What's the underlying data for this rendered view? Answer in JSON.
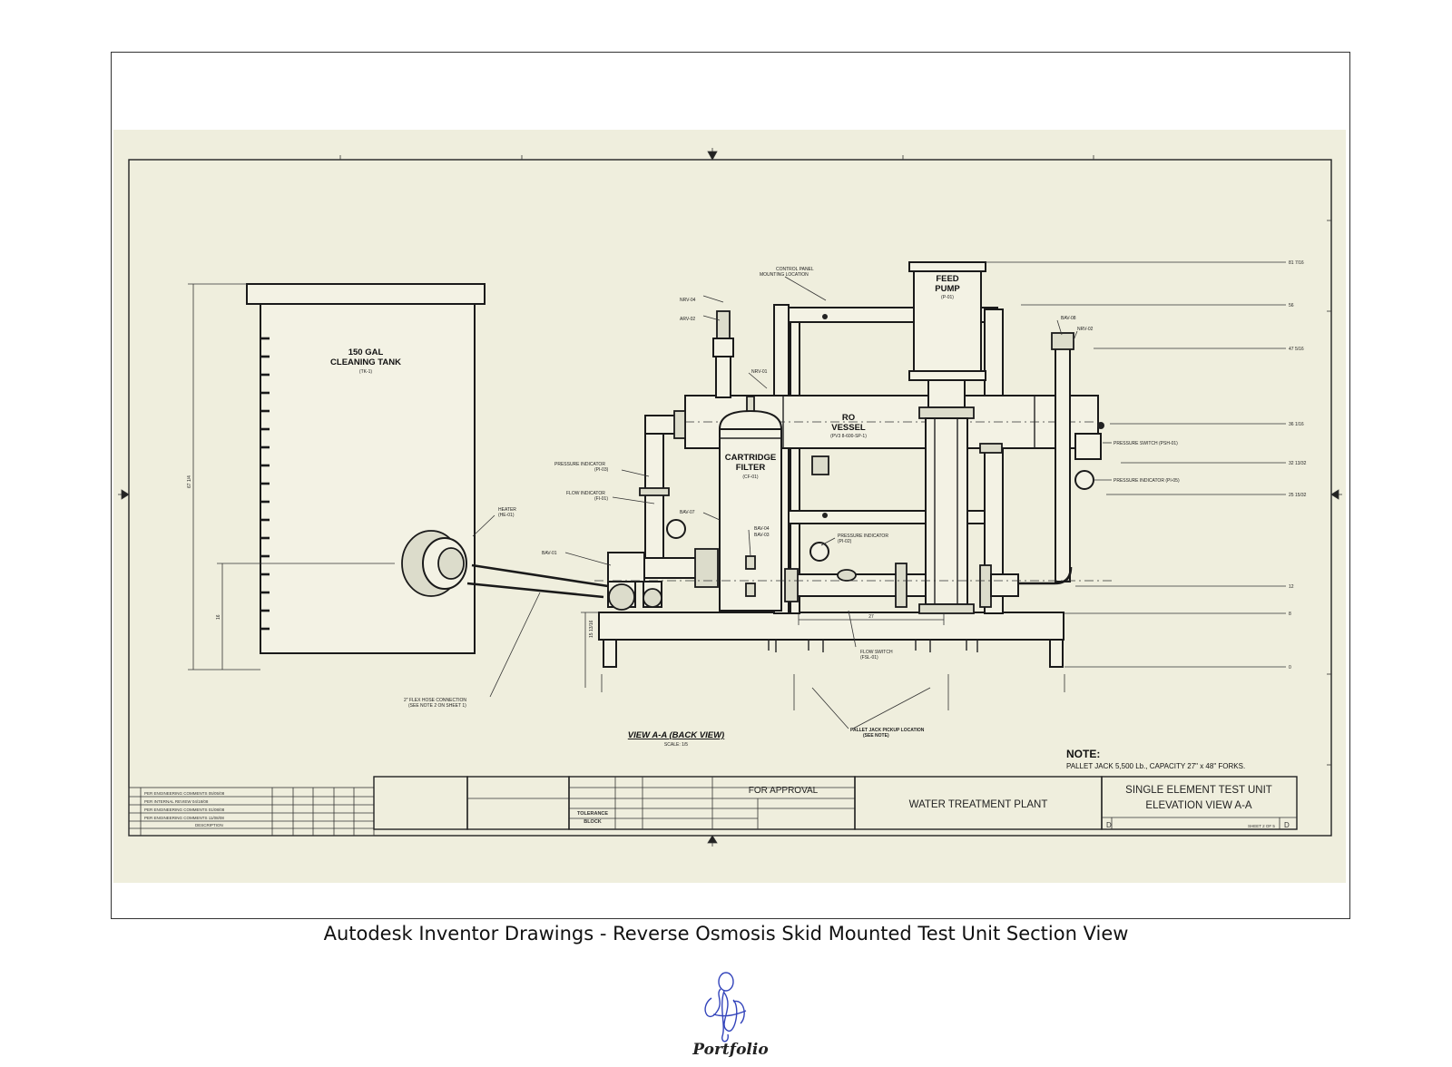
{
  "caption": "Autodesk Inventor Drawings  - Reverse Osmosis Skid Mounted Test Unit Section View",
  "logo": {
    "text": "Portfolio"
  },
  "components": {
    "tank": [
      "150 GAL",
      "CLEANING TANK",
      "(TK-1)"
    ],
    "feed_pump": [
      "FEED",
      "PUMP",
      "(P-01)"
    ],
    "ro_vessel": [
      "RO",
      "VESSEL",
      "(PV3 8-600-SP-1)"
    ],
    "cartridge_filter": [
      "CARTRIDGE",
      "FILTER",
      "(CF-01)"
    ]
  },
  "callouts": {
    "control_panel": [
      "CONTROL PANEL",
      "MOUNTING LOCATION"
    ],
    "nrv": "NRV-04",
    "arv": "ARV-02",
    "nrv01": "NRV-01",
    "bav08": "BAV-08",
    "nrv02": "NRV-02",
    "pressure_switch": "PRESSURE SWITCH (PSH-01)",
    "pressure_indicator_right": "PRESSURE INDICATOR (PI-05)",
    "pressure_indicator_left": [
      "PRESSURE INDICATOR",
      "(PI-03)"
    ],
    "flow_indicator": [
      "FLOW INDICATOR",
      "(FI-01)"
    ],
    "bav07": "BAV-07",
    "bav04": "BAV-04",
    "bav03": "BAV-03",
    "heater": [
      "HEATER",
      "(HE-01)"
    ],
    "bav01": "BAV-01",
    "pressure_indicator_mid": [
      "PRESSURE INDICATOR",
      "(PI-02)"
    ],
    "flow_switch": [
      "FLOW SWITCH",
      "(FSL-01)"
    ],
    "flex_hose": [
      "2\" FLEX HOSE CONNECTION",
      "(SEE NOTE 2 ON SHEET 1)"
    ],
    "pallet_jack": [
      "PALLET JACK PICKUP LOCATION",
      "(SEE NOTE)"
    ]
  },
  "dimensions": {
    "right": [
      "81 7/16",
      "56",
      "47 5/16",
      "36 1/16",
      "32 13/32",
      "25 15/32",
      "12",
      "8",
      "0"
    ],
    "tank_height": "67 1/4",
    "tank_outlet": "16",
    "skid_height": "15 13/16",
    "pallet_width": "27"
  },
  "view": {
    "title": "VIEW A-A (BACK VIEW)",
    "scale": "SCALE: 1/5"
  },
  "note": {
    "heading": "NOTE:",
    "text": "PALLET JACK 5,500 Lb., CAPACITY 27\" x 48\" FORKS."
  },
  "title_block": {
    "status": "FOR APPROVAL",
    "project": "WATER TREATMENT PLANT",
    "drawing_title_1": "SINGLE ELEMENT TEST UNIT",
    "drawing_title_2": "ELEVATION VIEW A-A",
    "tolerance": [
      "TOLERANCE",
      "BLOCK"
    ],
    "size": "D",
    "sheet": "SHEET 2 OF 5",
    "revisions": [
      "PER ENGINEERING COMMENTS 05/05/08",
      "PER INTERNAL REVIEW 04/18/08",
      "PER ENGINEERING COMMENTS 01/08/08",
      "PER ENGINEERING COMMENTS 11/08/08",
      "DESCRIPTION"
    ]
  }
}
